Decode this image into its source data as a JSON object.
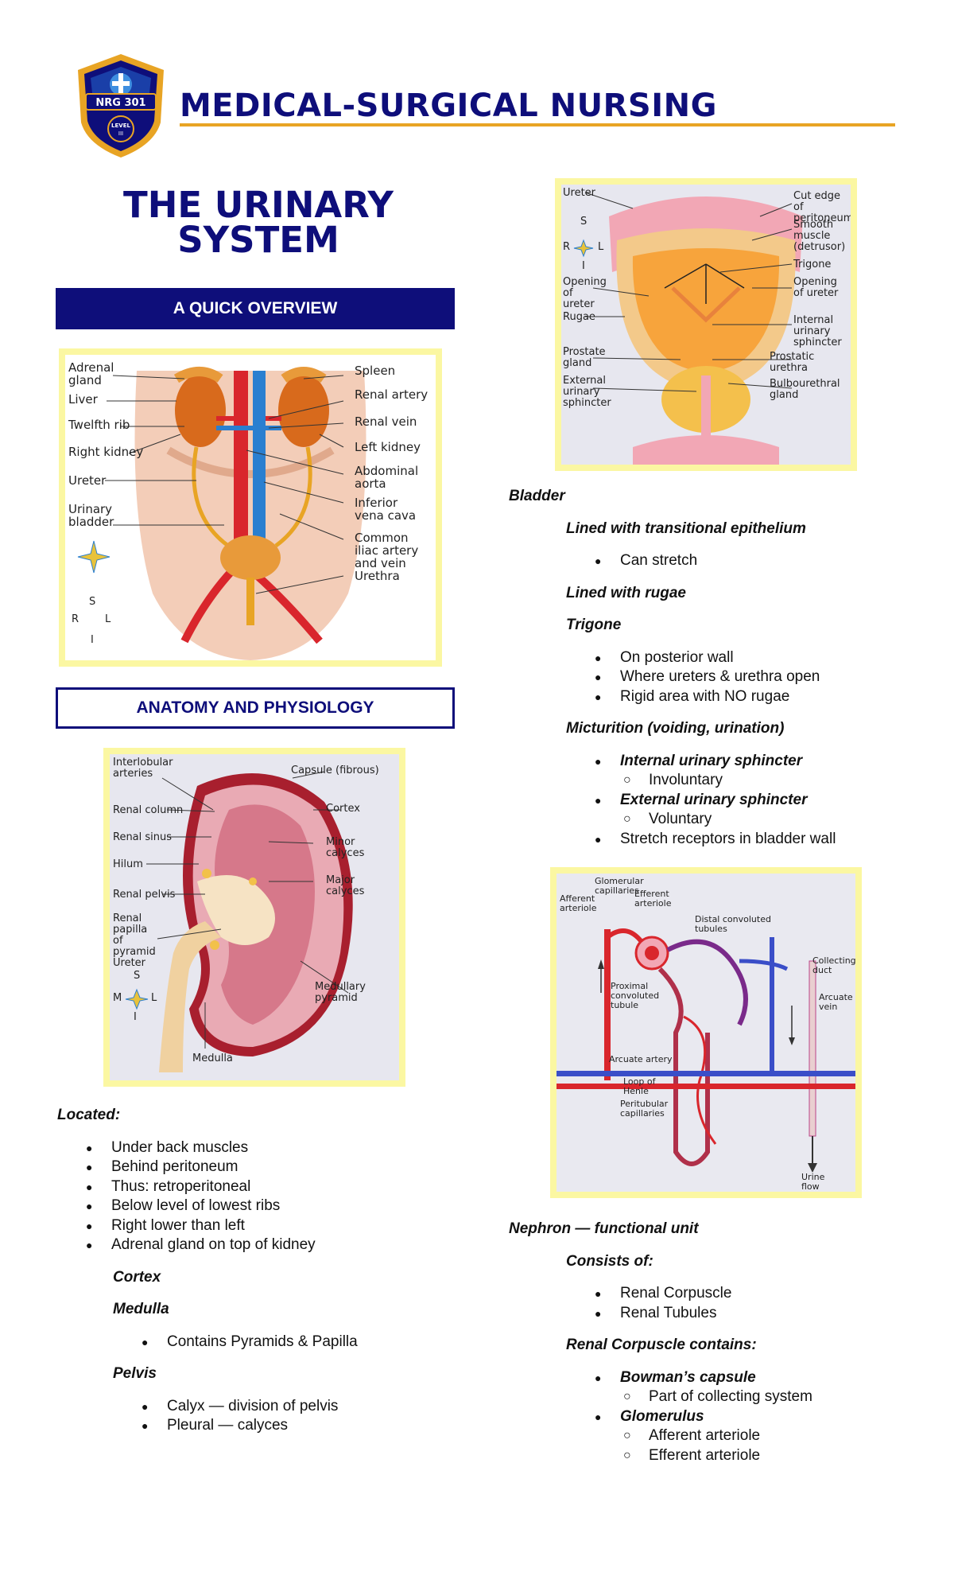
{
  "header": {
    "logo": {
      "course": "NRG 301",
      "level": "LEVEL",
      "level_num": "III"
    },
    "title": "MEDICAL-SURGICAL NURSING"
  },
  "doc_title": {
    "line1": "THE URINARY",
    "line2": "SYSTEM"
  },
  "bands": {
    "overview": "A QUICK OVERVIEW",
    "anatomy": "ANATOMY AND PHYSIOLOGY"
  },
  "figures": {
    "overview": {
      "labels": [
        "Adrenal gland",
        "Liver",
        "Twelfth rib",
        "Right kidney",
        "Ureter",
        "Urinary bladder",
        "Spleen",
        "Renal artery",
        "Renal vein",
        "Left kidney",
        "Abdominal aorta",
        "Inferior vena cava",
        "Common iliac artery and vein",
        "Urethra"
      ],
      "compass": {
        "s": "S",
        "r": "R",
        "l": "L",
        "i": "I"
      }
    },
    "kidney": {
      "labels": [
        "Interlobular arteries",
        "Renal column",
        "Renal sinus",
        "Hilum",
        "Renal pelvis",
        "Renal papilla of pyramid",
        "Ureter",
        "Medulla",
        "Capsule (fibrous)",
        "Cortex",
        "Minor calyces",
        "Major calyces",
        "Medullary pyramid"
      ],
      "compass": {
        "s": "S",
        "m": "M",
        "l": "L",
        "i": "I"
      }
    },
    "bladder": {
      "labels": [
        "Ureter",
        "Opening of ureter",
        "Rugae",
        "Prostate gland",
        "External urinary sphincter",
        "Cut edge of peritoneum",
        "Smooth muscle (detrusor)",
        "Trigone",
        "Opening of ureter",
        "Internal urinary sphincter",
        "Prostatic urethra",
        "Bulbourethral gland"
      ],
      "compass": {
        "s": "S",
        "r": "R",
        "l": "L",
        "i": "I"
      }
    },
    "nephron": {
      "labels": [
        "Glomerular capillaries",
        "Afferent arteriole",
        "Efferent arteriole",
        "Distal convoluted tubules",
        "Collecting duct",
        "Proximal convoluted tubule",
        "Arcuate vein",
        "Arcuate artery",
        "Loop of Henle",
        "Peritubular capillaries",
        "Urine flow"
      ]
    }
  },
  "located": {
    "heading": "Located:",
    "items": [
      "Under back muscles",
      "Behind peritoneum",
      "Thus: retroperitoneal",
      "Below level of lowest ribs",
      "Right lower than left",
      "Adrenal gland on top of kidney"
    ],
    "cortex": "Cortex",
    "medulla": "Medulla",
    "medulla_items": [
      "Contains Pyramids & Papilla"
    ],
    "pelvis": "Pelvis",
    "pelvis_items": [
      "Calyx — division of pelvis",
      "Pleural — calyces"
    ]
  },
  "bladder": {
    "heading": "Bladder",
    "lined_epithelium": "Lined with transitional epithelium",
    "epithelium_items": [
      "Can stretch"
    ],
    "lined_rugae": "Lined with rugae",
    "trigone": "Trigone",
    "trigone_items": [
      "On posterior wall",
      "Where ureters & urethra open",
      "Rigid area with NO rugae"
    ],
    "micturition": "Micturition (voiding, urination)",
    "internal": "Internal urinary sphincter",
    "internal_sub": "Involuntary",
    "external": "External urinary sphincter",
    "external_sub": "Voluntary",
    "stretch": "Stretch receptors in bladder wall"
  },
  "nephron": {
    "heading": "Nephron — functional unit",
    "consists": "Consists of:",
    "consists_items": [
      "Renal Corpuscle",
      "Renal Tubules"
    ],
    "corpuscle": "Renal Corpuscle contains:",
    "bowman": "Bowman’s capsule",
    "bowman_sub": "Part of collecting system",
    "glomerulus": "Glomerulus",
    "glomerulus_subs": [
      "Afferent arteriole",
      "Efferent arteriole"
    ]
  },
  "colors": {
    "navy": "#0e0e7a",
    "gold": "#e8a424",
    "figure_frame": "#fbf7a2"
  }
}
